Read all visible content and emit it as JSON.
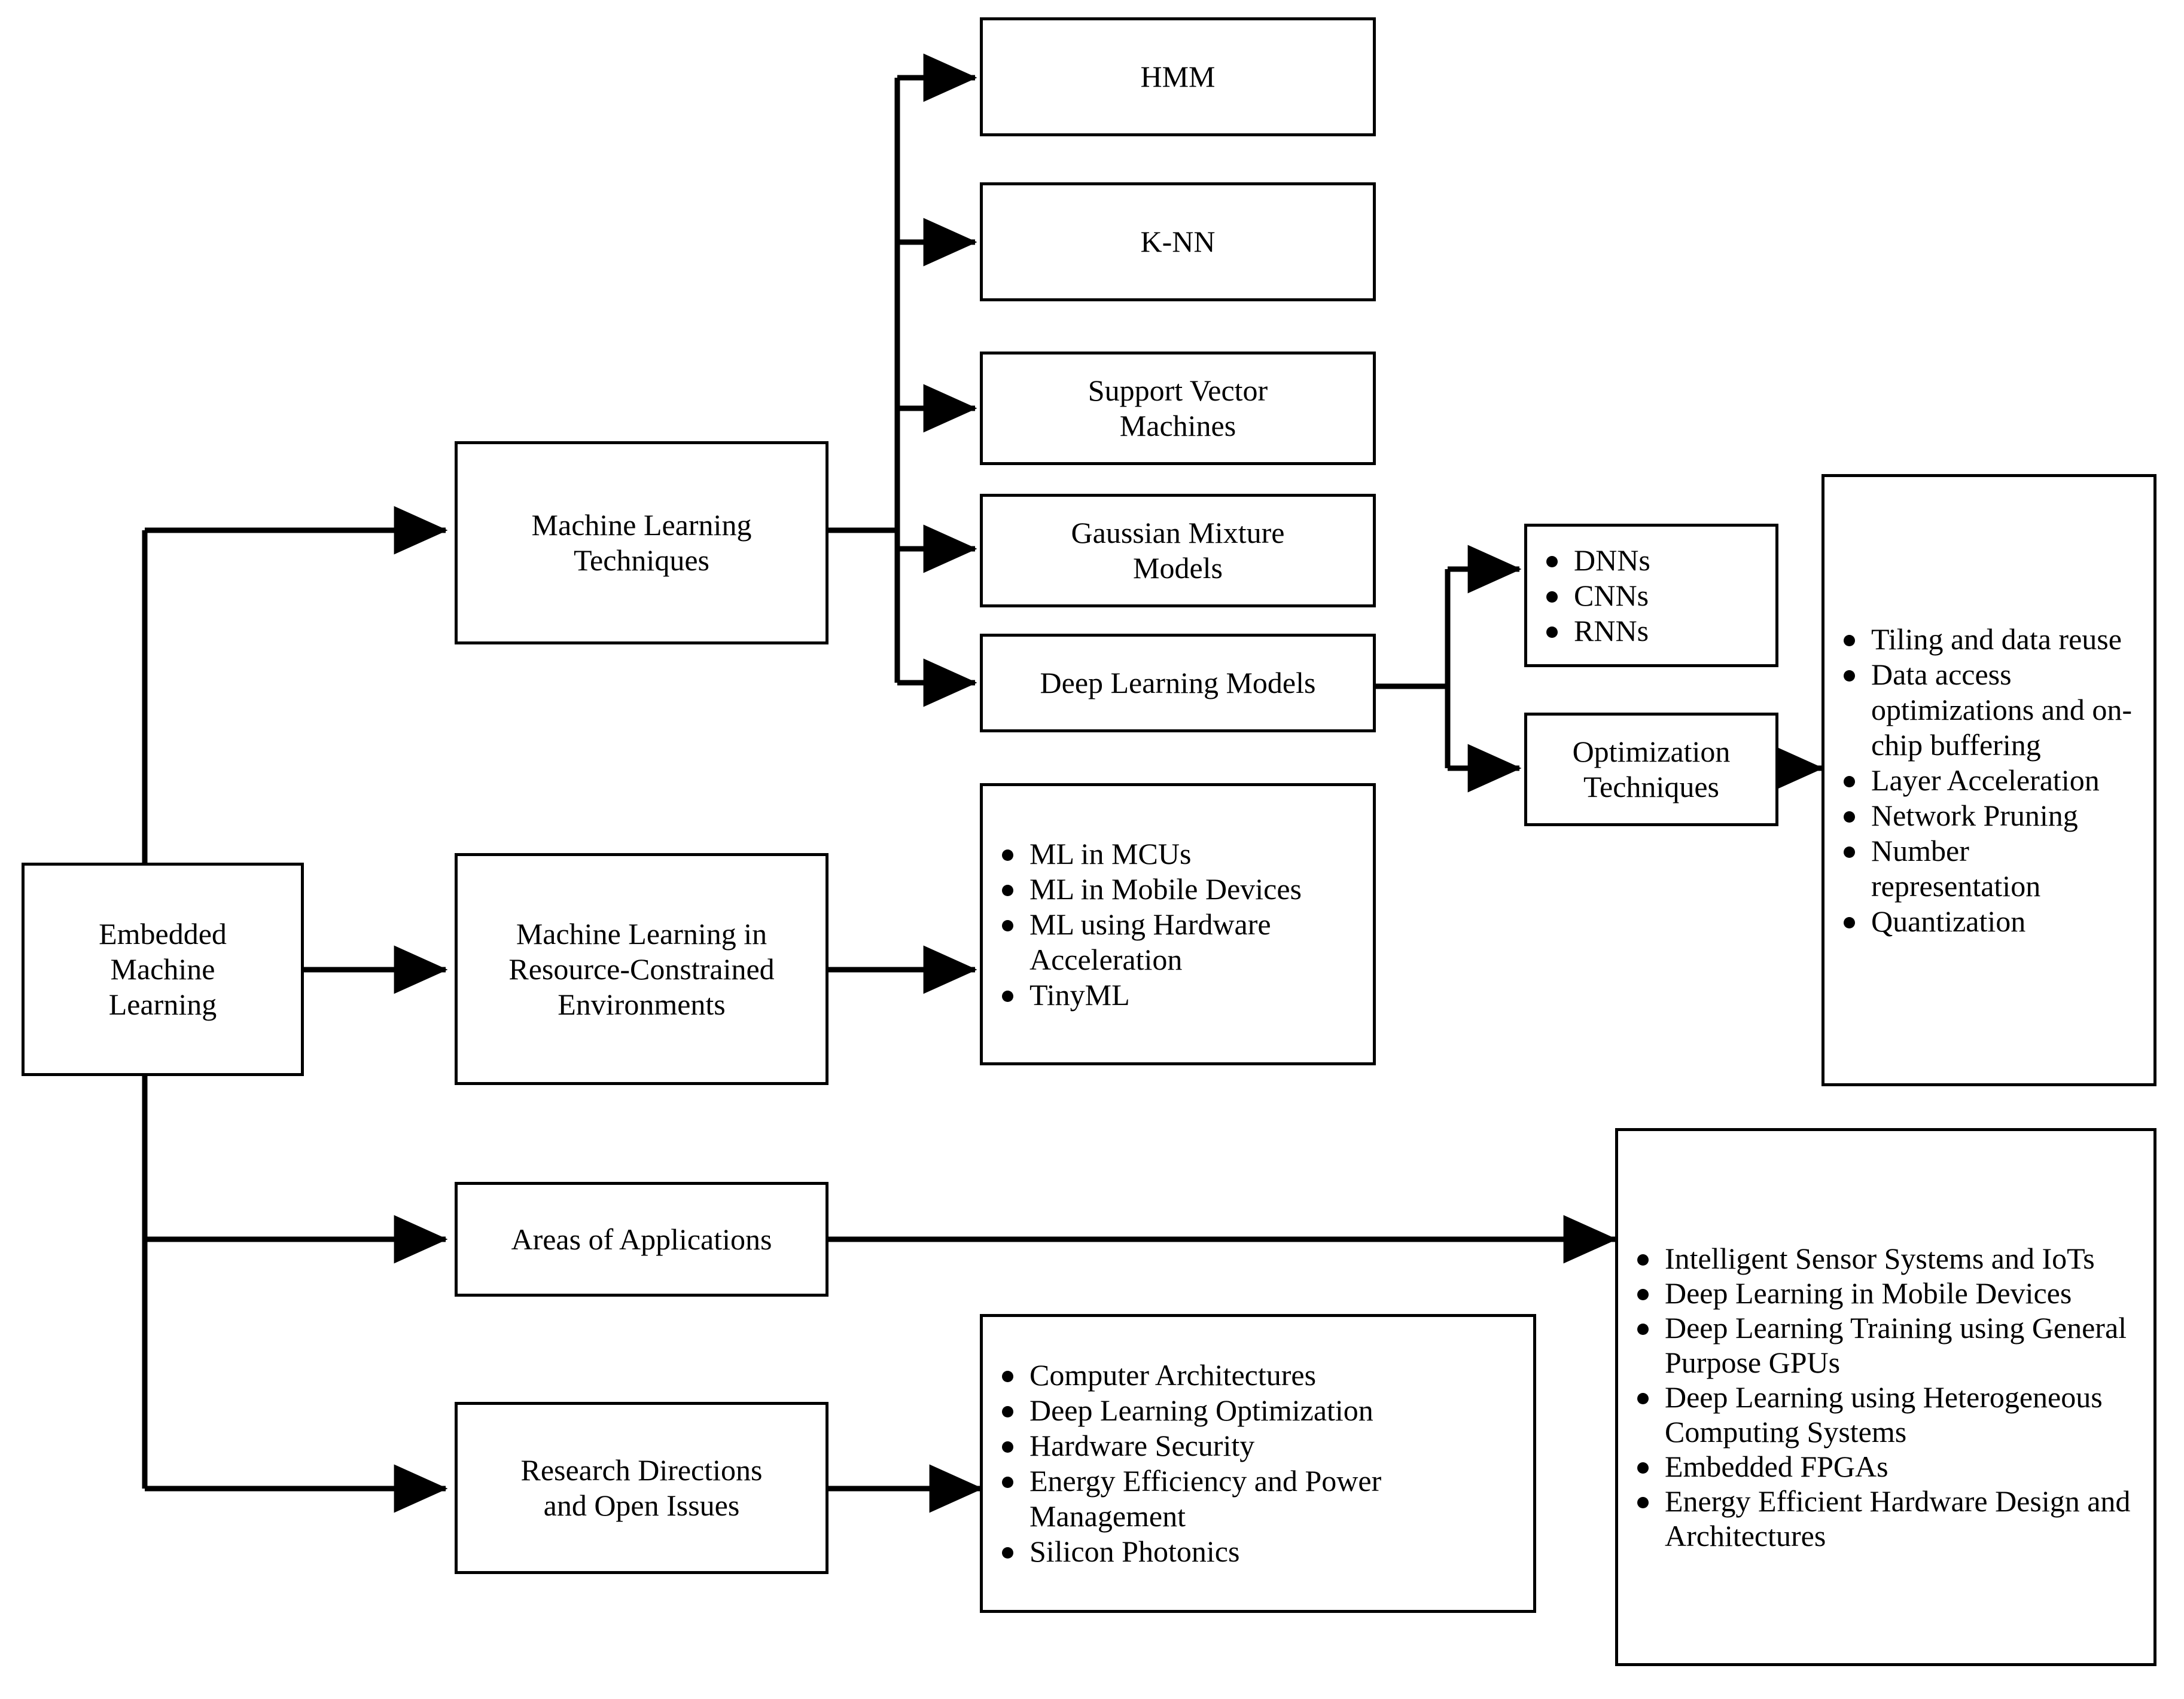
{
  "diagram": {
    "title": "Embedded Machine Learning taxonomy",
    "root": {
      "label": "Embedded\nMachine\nLearning"
    },
    "branches": [
      {
        "id": "ml-techniques",
        "label": "Machine Learning\nTechniques"
      },
      {
        "id": "ml-resource-constrained",
        "label": "Machine Learning in\nResource-Constrained\nEnvironments"
      },
      {
        "id": "areas-of-applications",
        "label": "Areas of Applications"
      },
      {
        "id": "research-directions",
        "label": "Research Directions\nand Open Issues"
      }
    ],
    "ml_technique_children": [
      {
        "id": "hmm",
        "label": "HMM"
      },
      {
        "id": "knn",
        "label": "K-NN"
      },
      {
        "id": "svm",
        "label": "Support Vector\nMachines"
      },
      {
        "id": "gmm",
        "label": "Gaussian Mixture\nModels"
      },
      {
        "id": "deep-learning-models",
        "label": "Deep Learning Models"
      }
    ],
    "deep_learning_children": {
      "network_types": {
        "id": "network-types",
        "items": [
          "DNNs",
          "CNNs",
          "RNNs"
        ]
      },
      "optimization": {
        "id": "optimization-techniques",
        "label": "Optimization\nTechniques"
      }
    },
    "optimization_details": {
      "id": "optimization-details",
      "items": [
        "Tiling and data reuse",
        "Data access optimizations and on-chip buffering",
        "Layer Acceleration",
        "Network Pruning",
        "Number representation",
        "Quantization"
      ]
    },
    "resource_constrained_details": {
      "id": "resource-constrained-details",
      "items": [
        "ML in MCUs",
        "ML in Mobile Devices",
        "ML using Hardware Acceleration",
        "TinyML"
      ]
    },
    "application_details": {
      "id": "application-details",
      "items": [
        "Intelligent Sensor Systems and IoTs",
        "Deep Learning in Mobile Devices",
        "Deep Learning Training using General Purpose GPUs",
        "Deep Learning using Heterogeneous Computing Systems",
        "Embedded FPGAs",
        "Energy Efficient Hardware Design and Architectures"
      ]
    },
    "research_details": {
      "id": "research-details",
      "items": [
        "Computer Architectures",
        "Deep Learning Optimization",
        "Hardware Security",
        "Energy Efficiency and Power Management",
        "Silicon Photonics"
      ]
    },
    "colors": {
      "line": "#000000",
      "box_fill": "#ffffff",
      "text": "#000000"
    }
  }
}
